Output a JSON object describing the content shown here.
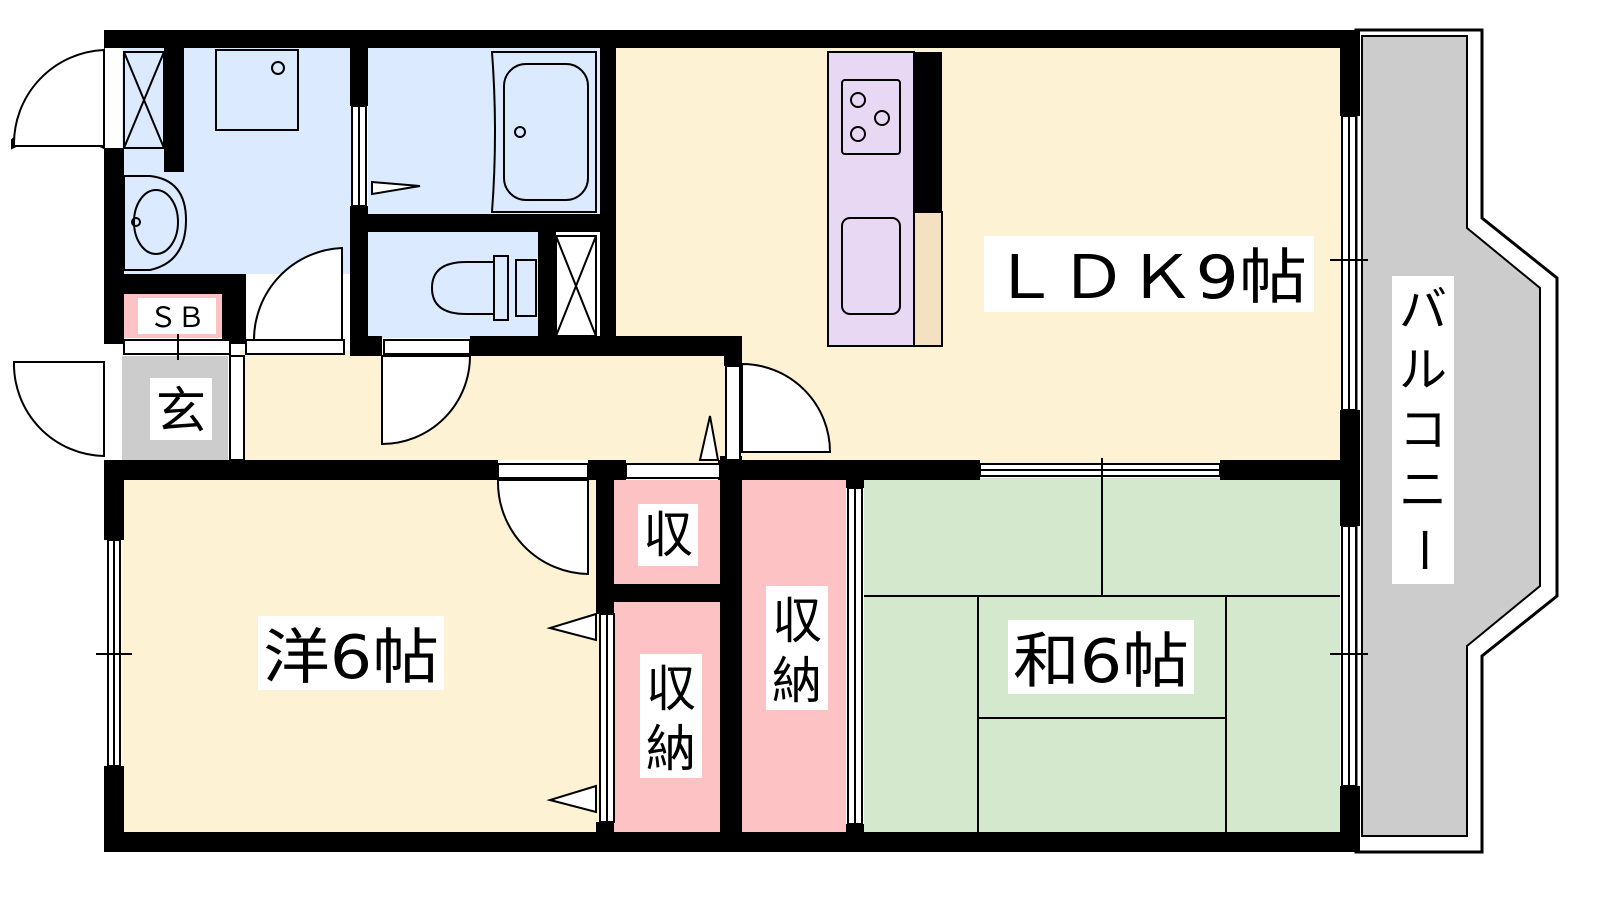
{
  "labels": {
    "ldk": "ＬＤＫ9帖",
    "western": "洋6帖",
    "japanese": "和6帖",
    "balcony": [
      "バ",
      "ル",
      "コ",
      "ニ",
      "ー"
    ],
    "entrance": "玄",
    "shoebox": "ＳＢ",
    "storage_small": "収",
    "storage_a": [
      "収",
      "納"
    ],
    "storage_b": [
      "収",
      "納"
    ]
  },
  "colors": {
    "ldk_floor": "#fdf2d4",
    "wet_area": "#dbeaff",
    "tatami": "#d3e8cd",
    "storage": "#fcc2c4",
    "kitchen": "#e9d8f4",
    "balcony": "#cccccc",
    "entrance": "#cccccc",
    "wall": "#000000"
  }
}
